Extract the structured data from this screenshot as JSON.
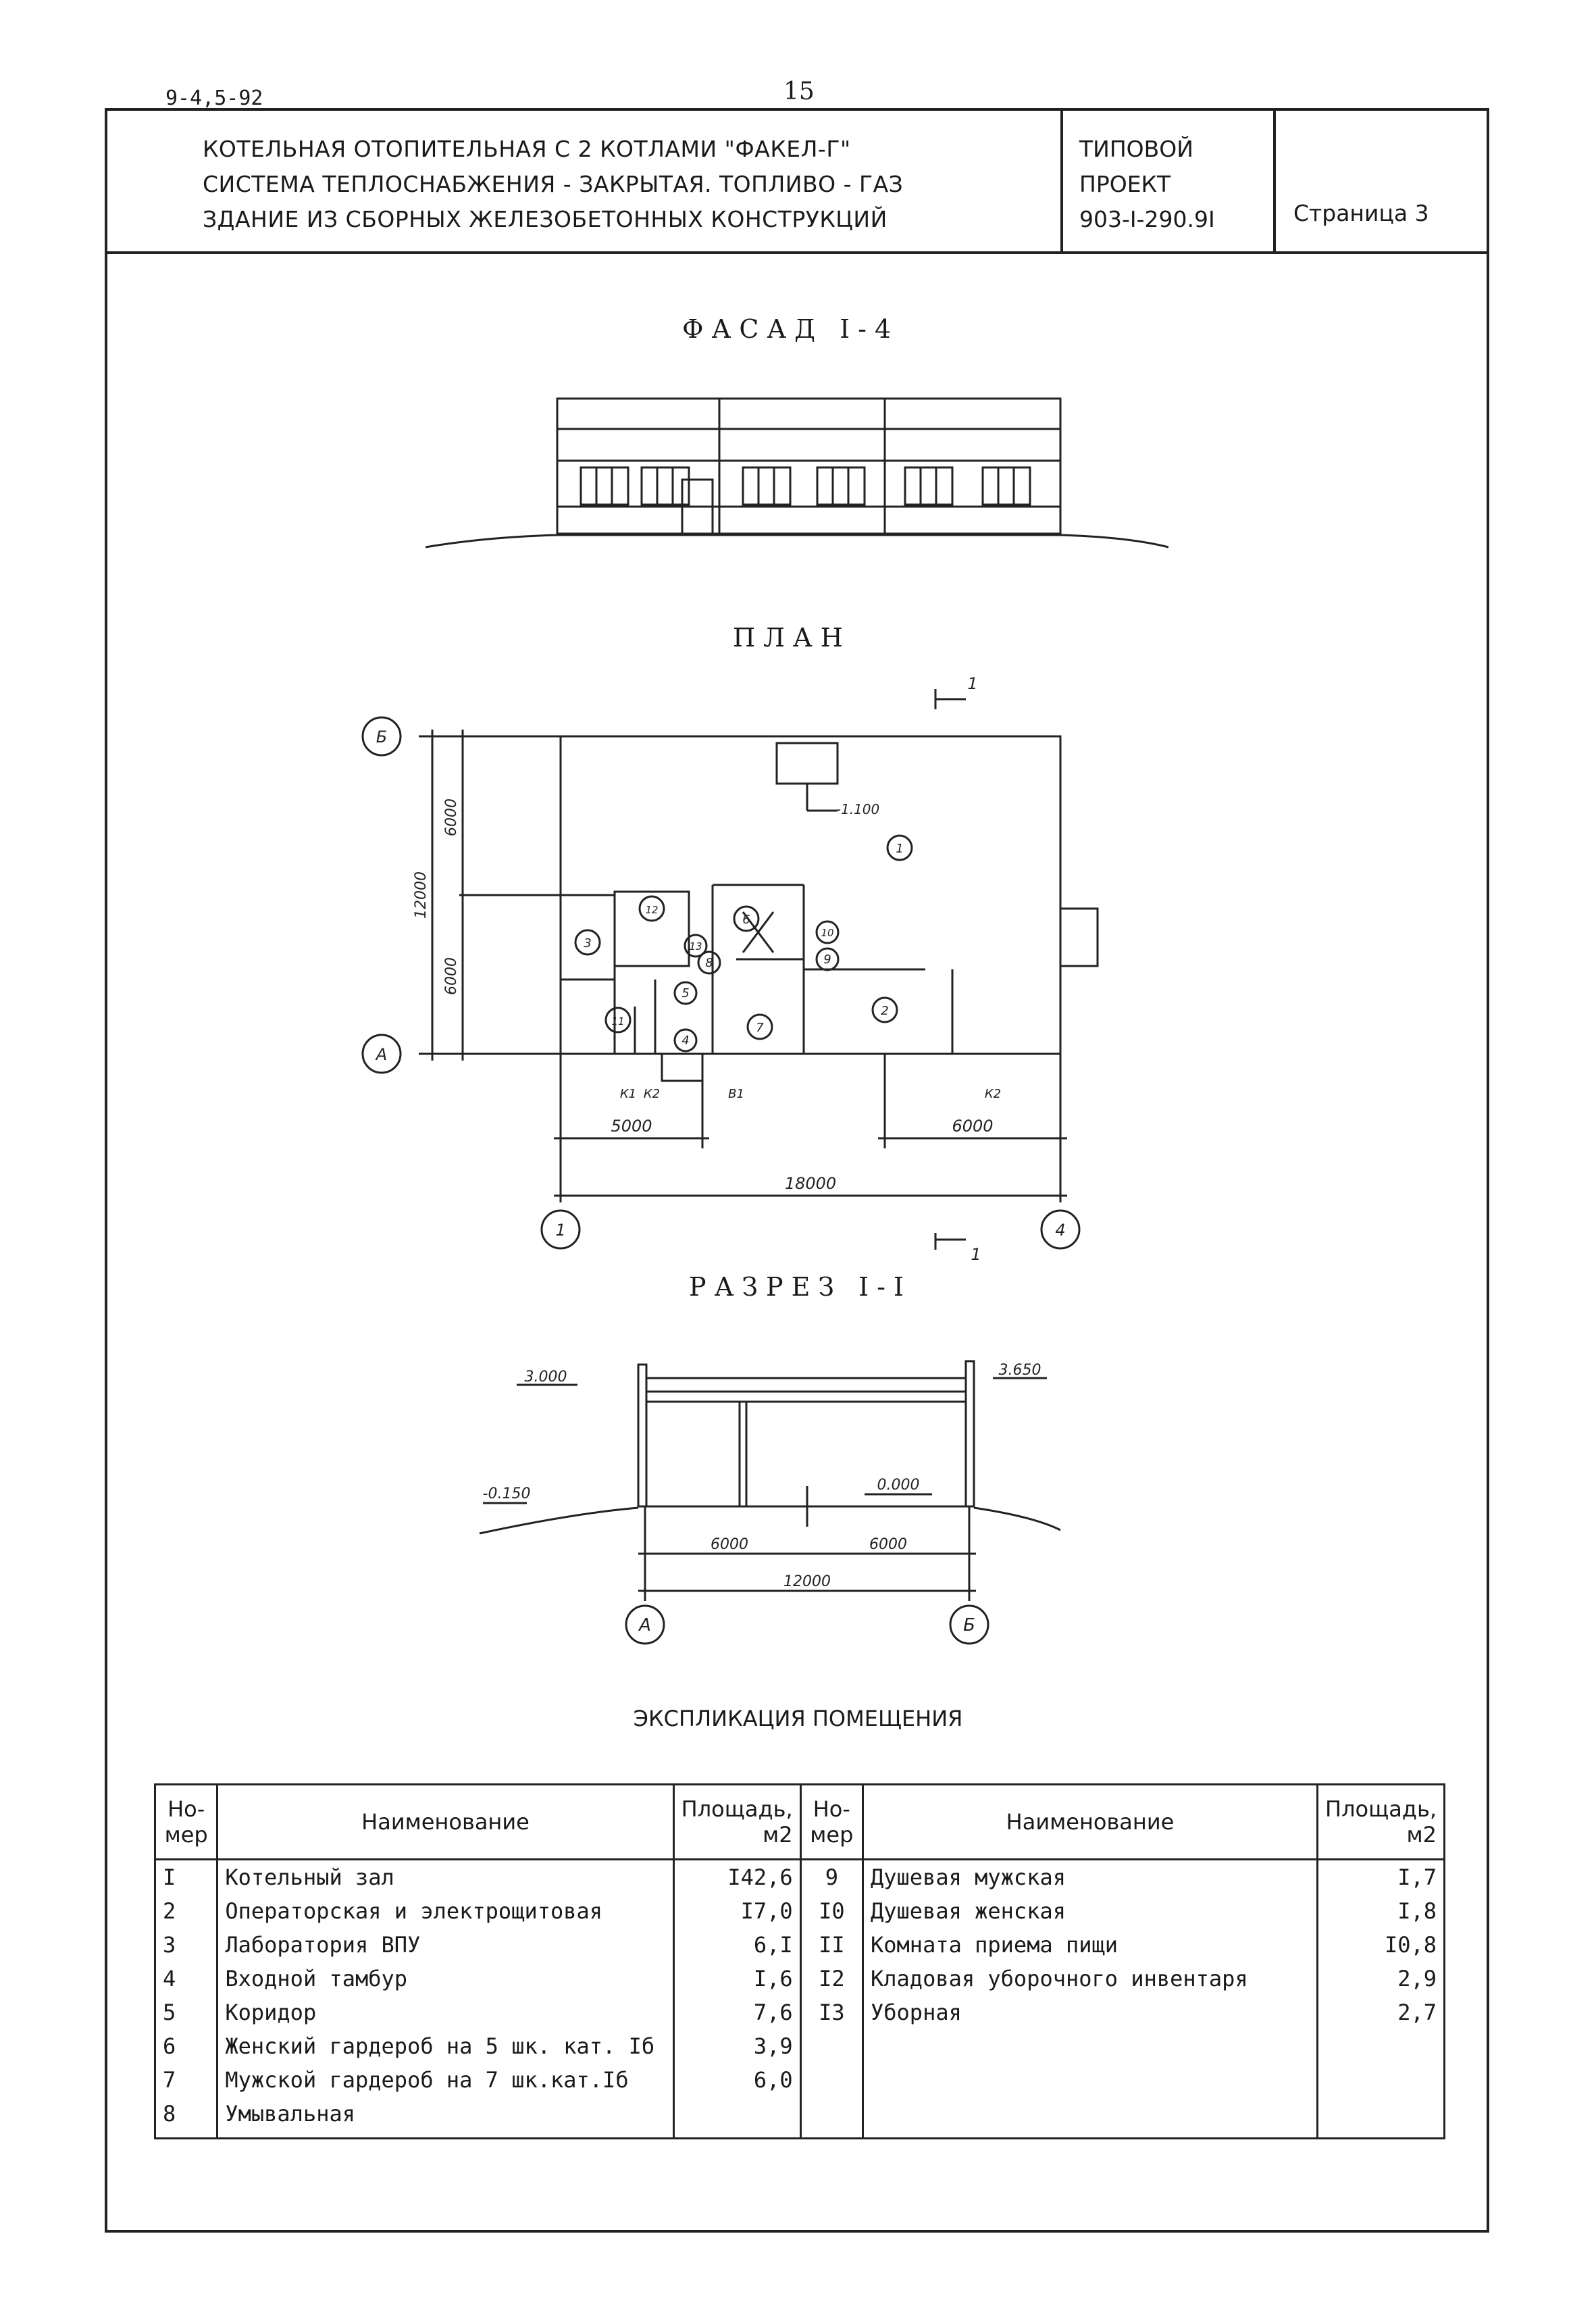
{
  "header": {
    "doc_code": "9-4,5-92",
    "page_number": "15",
    "title_lines": [
      "КОТЕЛЬНАЯ ОТОПИТЕЛЬНАЯ С 2 КОТЛАМИ \"ФАКЕЛ-Г\"",
      "СИСТЕМА ТЕПЛОСНАБЖЕНИЯ - ЗАКРЫТАЯ. ТОПЛИВО - ГАЗ",
      "ЗДАНИЕ ИЗ СБОРНЫХ ЖЕЛЕЗОБЕТОННЫХ КОНСТРУКЦИЙ"
    ],
    "project_lines": [
      "ТИПОВОЙ",
      "ПРОЕКТ",
      "903-I-290.9I"
    ],
    "sheet_label": "Страница 3"
  },
  "facade": {
    "title": "ФАСАД I-4"
  },
  "plan": {
    "title": "ПЛАН",
    "axis_b": "Б",
    "axis_a": "А",
    "axis_1": "1",
    "axis_4": "4",
    "dim_6000_top": "6000",
    "dim_6000_bottom": "6000",
    "dim_12000": "12000",
    "dim_5000": "5000",
    "dim_6000_right": "6000",
    "dim_18000": "18000",
    "level": "-1.100",
    "section_mark": "1",
    "k1": "К1",
    "k2_left": "К2",
    "b1": "В1",
    "k2_right": "К2",
    "rooms": [
      "1",
      "2",
      "3",
      "4",
      "5",
      "6",
      "7",
      "8",
      "9",
      "10",
      "11",
      "12",
      "13"
    ]
  },
  "section": {
    "title": "РАЗРЕЗ I-I",
    "level_left": "3.000",
    "level_right": "3.650",
    "level_ground": "-0.150",
    "level_floor": "0.000",
    "dim_a": "6000",
    "dim_b": "6000",
    "dim_total": "12000",
    "axis_a": "А",
    "axis_b": "Б"
  },
  "explication": {
    "title": "ЭКСПЛИКАЦИЯ ПОМЕЩЕНИЯ",
    "headers": {
      "num": "Но-мер",
      "name": "Наименование",
      "area": "Площадь, м2"
    },
    "left_rows": [
      {
        "num": "I",
        "name": "Котельный зал",
        "area": "I42,6"
      },
      {
        "num": "2",
        "name": "Операторская и электрощитовая",
        "area": "I7,0"
      },
      {
        "num": "3",
        "name": "Лаборатория ВПУ",
        "area": "6,I"
      },
      {
        "num": "4",
        "name": "Входной тамбур",
        "area": "I,6"
      },
      {
        "num": "5",
        "name": "Коридор",
        "area": "7,6"
      },
      {
        "num": "6",
        "name": "Женский гардероб на 5 шк. кат. Iб",
        "area": "3,9"
      },
      {
        "num": "7",
        "name": "Мужской гардероб на 7 шк.кат.Iб",
        "area": "6,0"
      },
      {
        "num": "8",
        "name": "Умывальная",
        "area": ""
      }
    ],
    "right_rows": [
      {
        "num": "9",
        "name": "Душевая мужская",
        "area": "I,7"
      },
      {
        "num": "I0",
        "name": "Душевая женская",
        "area": "I,8"
      },
      {
        "num": "II",
        "name": "Комната приема пищи",
        "area": "I0,8"
      },
      {
        "num": "I2",
        "name": "Кладовая уборочного инвентаря",
        "area": "2,9"
      },
      {
        "num": "I3",
        "name": "Уборная",
        "area": "2,7"
      }
    ]
  }
}
